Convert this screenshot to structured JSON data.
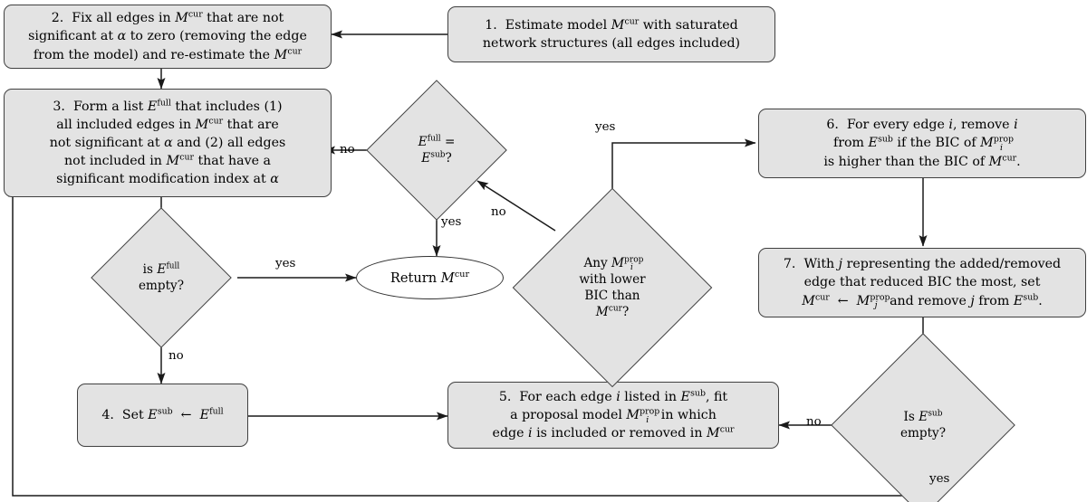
{
  "diagram": {
    "title": "Network model search flowchart",
    "colors": {
      "node_fill": "#e3e3e3",
      "node_stroke": "#404040",
      "edge_stroke": "#1a1a1a",
      "ellipse_fill": "#ffffff",
      "background": "#ffffff"
    },
    "nodes": {
      "step1": {
        "shape": "rounded-box",
        "text": "1.  Estimate model 𝓜cur with saturated network structures (all edges included)",
        "lines": [
          "1.  Estimate model ℳᶜᵘʳ with saturated",
          "network structures (all edges included)"
        ]
      },
      "step2": {
        "shape": "rounded-box",
        "lines": [
          "2.  Fix all edges in ℳᶜᵘʳ that are not",
          "significant at α to zero (removing the edge",
          "from the model) and re-estimate the ℳᶜᵘʳ"
        ]
      },
      "step3": {
        "shape": "rounded-box",
        "lines": [
          "3.  Form a list ℰfull that includes (1)",
          "all included edges in ℳcur that are",
          "not significant at α and (2) all edges",
          "not included in ℳcur that have a",
          "significant modification index at α"
        ]
      },
      "step4": {
        "shape": "rounded-box",
        "lines": [
          "4.  Set ℰsub ← ℰfull"
        ]
      },
      "step5": {
        "shape": "rounded-box",
        "lines": [
          "5.  For each edge i listed in ℰsub, fit",
          "a proposal model ℳi prop in which",
          "edge i is included or removed in ℳcur"
        ]
      },
      "step6": {
        "shape": "rounded-box",
        "lines": [
          "6.  For every edge i, remove i",
          "from ℰsub if the BIC of ℳi prop",
          "is higher than the BIC of ℳcur."
        ]
      },
      "step7": {
        "shape": "rounded-box",
        "lines": [
          "7.  With j representing the added/removed",
          "edge that reduced BIC the most, set",
          "ℳcur ← ℳj prop and remove j from ℰsub."
        ]
      },
      "decision_efull_eq_esub": {
        "shape": "diamond",
        "lines": [
          "ℰfull =",
          "ℰsub?"
        ]
      },
      "decision_efull_empty": {
        "shape": "diamond",
        "lines": [
          "is ℰfull",
          "empty?"
        ]
      },
      "decision_any_lower_bic": {
        "shape": "diamond",
        "lines": [
          "Any ℳi prop",
          "with lower",
          "BIC than",
          "ℳcur?"
        ]
      },
      "decision_esub_empty": {
        "shape": "diamond",
        "lines": [
          "Is ℰsub",
          "empty?"
        ]
      },
      "terminal_return": {
        "shape": "ellipse",
        "lines": [
          "Return ℳcur"
        ]
      }
    },
    "edge_labels": {
      "efull_eq_esub_no": "no",
      "efull_eq_esub_yes": "yes",
      "efull_empty_yes": "yes",
      "efull_empty_no": "no",
      "any_lower_bic_yes": "yes",
      "any_lower_bic_no": "no",
      "esub_empty_no": "no",
      "esub_empty_yes": "yes"
    }
  }
}
